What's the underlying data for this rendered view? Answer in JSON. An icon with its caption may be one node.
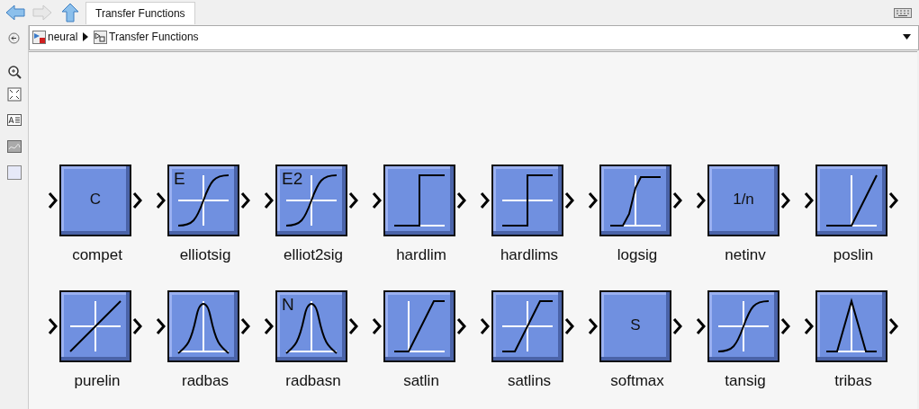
{
  "diagram": {
    "nodes": [
      {
        "text": [
          "C",
          "compet"
        ]
      },
      {
        "text": [
          "E",
          "elliotsig"
        ]
      },
      {
        "text": [
          "E2",
          "elliot2sig"
        ]
      },
      {
        "text": [
          "hardlim"
        ]
      },
      {
        "text": [
          "hardlims"
        ]
      },
      {
        "text": [
          "logsig"
        ]
      },
      {
        "text": [
          "1/n",
          "netinv"
        ]
      },
      {
        "text": [
          "poslin"
        ]
      },
      {
        "text": [
          "purelin"
        ]
      },
      {
        "text": [
          "radbas"
        ]
      },
      {
        "text": [
          "N",
          "radbasn"
        ]
      },
      {
        "text": [
          "satlin"
        ]
      },
      {
        "text": [
          "satlins"
        ]
      },
      {
        "text": [
          "S",
          "softmax"
        ]
      },
      {
        "text": [
          "tansig"
        ]
      },
      {
        "text": [
          "tribas"
        ]
      }
    ],
    "labels": [
      "Transfer Functions",
      "neural",
      "Transfer Functions"
    ]
  }
}
